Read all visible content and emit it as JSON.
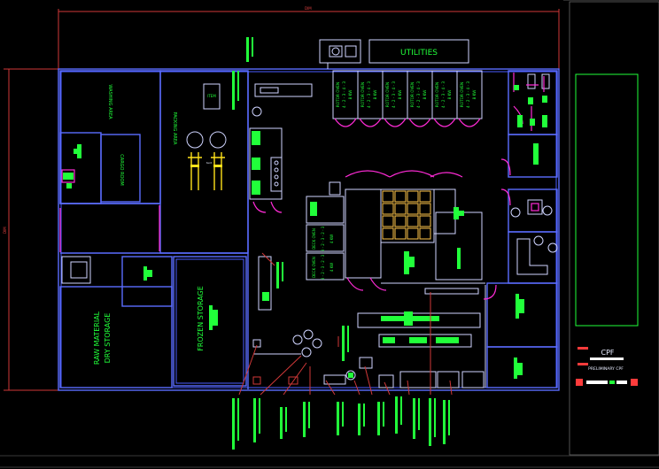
{
  "rooms": {
    "utilities": "UTILITIES",
    "washing_area": "WASHING AREA",
    "cargo_room": "CARGO ROOM",
    "packing_area": "PACKING AREA",
    "raw_material": [
      "RAW MATERIAL",
      "DRY STORAGE"
    ],
    "frozen_storage": "FROZEN STORAGE"
  },
  "ovens": {
    "rotor": [
      "ROTOR OVEN",
      "4 - 2 - 3 - 4 - 3",
      "8 KW"
    ],
    "deck": [
      "DECK OVEN",
      "3 - 2 - 3 - 2 - 3",
      "4 KW"
    ]
  },
  "title_block": {
    "company": "CPF",
    "subtitle": "PRELIMINARY CPF"
  }
}
